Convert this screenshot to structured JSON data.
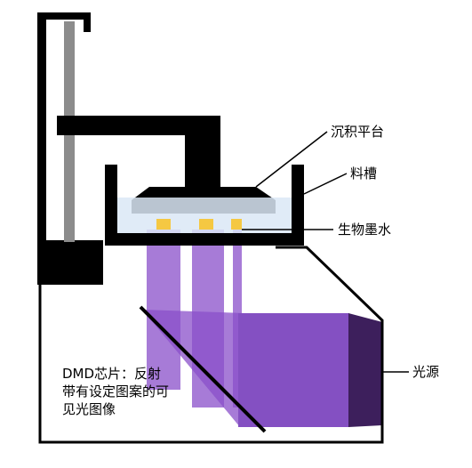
{
  "labels": {
    "platform": "沉积平台",
    "vat": "料槽",
    "bioink": "生物墨水",
    "light_source": "光源",
    "dmd": [
      "DMD芯片：反射",
      "带有设定图案的可",
      "见光图像"
    ]
  },
  "colors": {
    "frame": "#000000",
    "lead_screw": "#8c8c8c",
    "bioink": "#f5c842",
    "vat_liquid": "#dbe7f6",
    "light_beam": "#8a4fc9",
    "light_source_body": "#8450c2",
    "light_source_lens": "#3d1f5c",
    "background": "#ffffff"
  }
}
